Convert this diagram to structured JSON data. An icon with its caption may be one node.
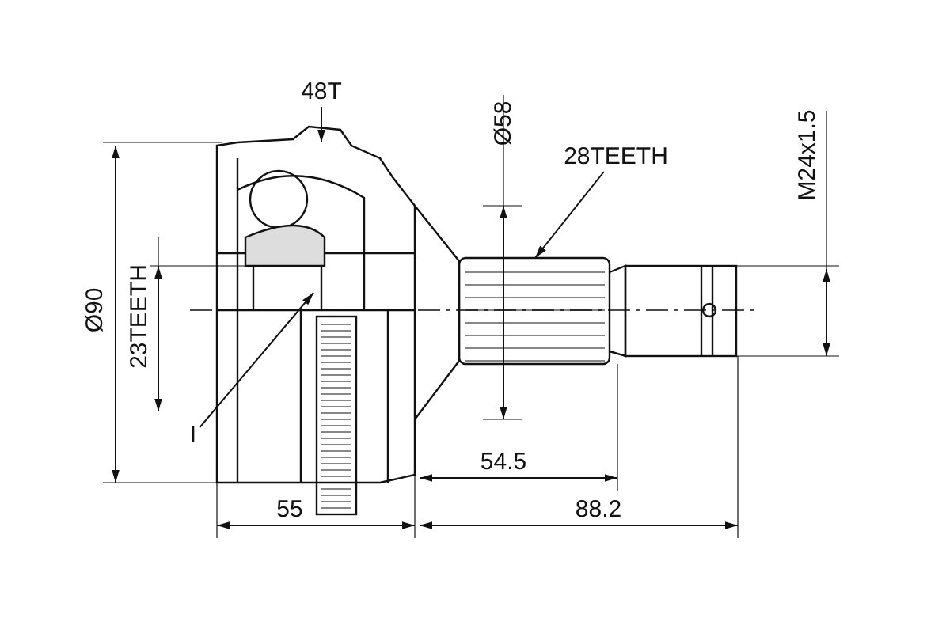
{
  "diagram": {
    "nodes": [
      {
        "text": [
          "48T"
        ]
      },
      {
        "text": [
          "28TEETH"
        ]
      },
      {
        "text": [
          "I"
        ]
      }
    ],
    "edges": [
      {
        "from": 0,
        "to": null,
        "arrow": "to"
      },
      {
        "from": 1,
        "to": null,
        "arrow": "to"
      },
      {
        "from": 2,
        "to": null,
        "arrow": "to"
      }
    ],
    "labels": [
      "Ø58",
      "M24x1.5",
      "Ø90",
      "23TEETH",
      "54.5",
      "55",
      "88.2"
    ]
  }
}
